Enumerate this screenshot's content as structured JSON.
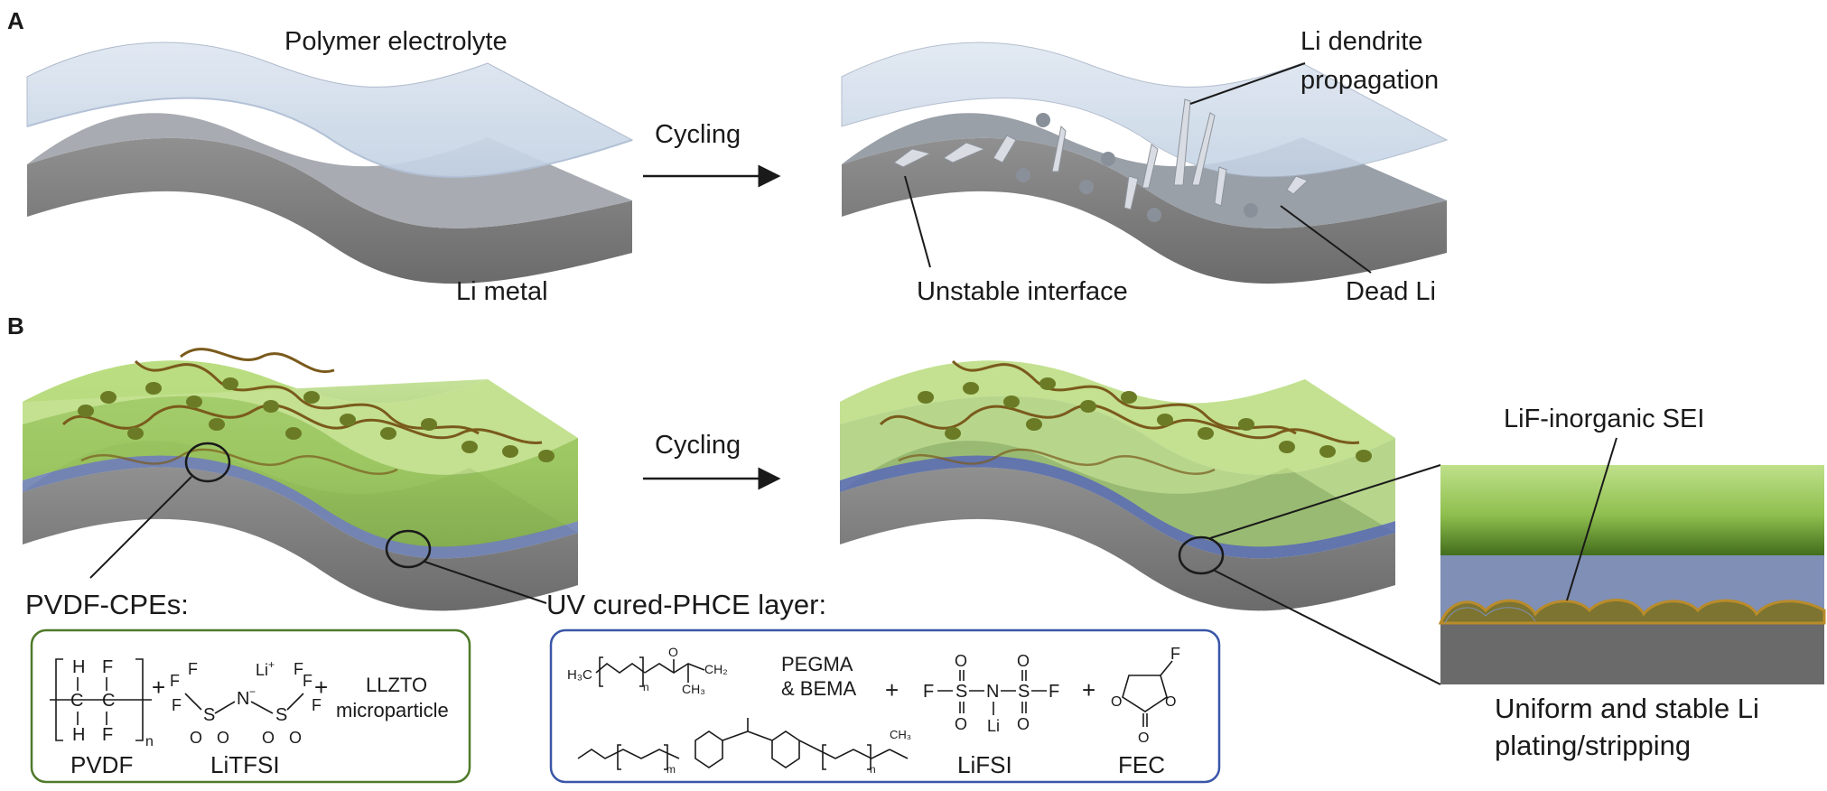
{
  "panel_a": {
    "letter": "A",
    "left_labels": {
      "electrolyte": "Polymer electrolyte",
      "metal": "Li metal"
    },
    "arrow_label": "Cycling",
    "right_labels": {
      "dendrite_1": "Li dendrite",
      "dendrite_2": "propagation",
      "interface": "Unstable interface",
      "dead": "Dead Li"
    }
  },
  "panel_b": {
    "letter": "B",
    "arrow_label": "Cycling",
    "cpe_label": "PVDF-CPEs:",
    "uv_label": "UV cured-PHCE layer:",
    "sei_label": "LiF-inorganic SEI",
    "plating_1": "Uniform and stable Li",
    "plating_2": "plating/stripping",
    "cpe_box": {
      "pvdf_name": "PVDF",
      "litfsi_name": "LiTFSI",
      "llzto_1": "LLZTO",
      "llzto_2": "microparticle",
      "li_plus": "Li",
      "plus": "+"
    },
    "uv_box": {
      "pegma_1": "PEGMA",
      "pegma_2": "& BEMA",
      "lifsi_name": "LiFSI",
      "fec_name": "FEC",
      "plus": "+"
    }
  },
  "colors": {
    "electrolyte": "#c9d6e6",
    "metal": "#8c8c8c",
    "green": "#9cc85a",
    "blue_layer": "#7f8fb6",
    "cpe_border": "#4f7a2a",
    "uv_border": "#3a56a8"
  }
}
